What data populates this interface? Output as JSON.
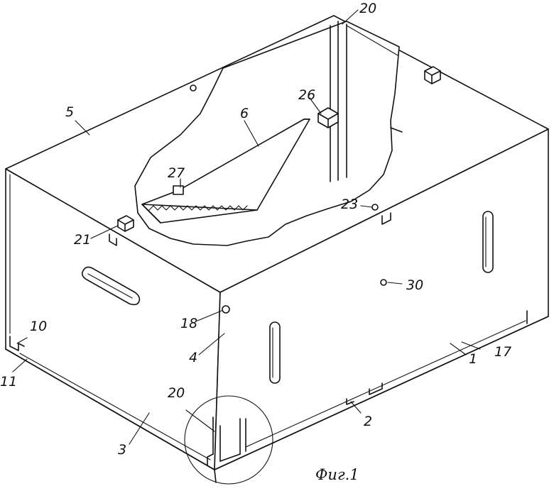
{
  "figure": {
    "caption": "Фиг.1",
    "labels": {
      "l20_top": "20",
      "l5": "5",
      "l26": "26",
      "l6": "6",
      "l27": "27",
      "l23": "23",
      "l21": "21",
      "l30": "30",
      "l18": "18",
      "l10": "10",
      "l11": "11",
      "l4": "4",
      "l1": "1",
      "l17": "17",
      "l20_bottom": "20",
      "l2": "2",
      "l3": "3"
    }
  }
}
